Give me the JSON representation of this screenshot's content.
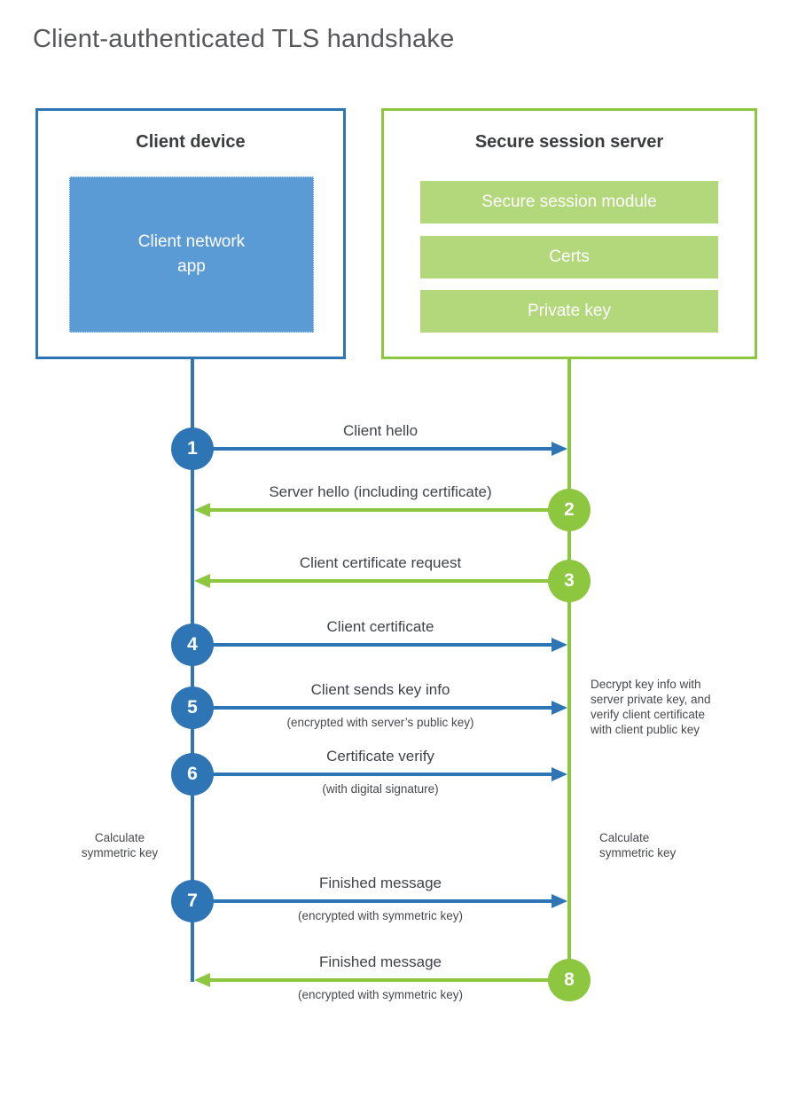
{
  "title": "Client-authenticated TLS handshake",
  "colors": {
    "blue": "#2e75b6",
    "blue_fill": "#5b9bd5",
    "green": "#8dc63f",
    "green_fill": "#b3d87c"
  },
  "client": {
    "title": "Client device",
    "app_label": "Client network\napp"
  },
  "server": {
    "title": "Secure session server",
    "modules": [
      "Secure session module",
      "Certs",
      "Private key"
    ]
  },
  "rows": [
    {
      "num": "1",
      "label": "Client hello",
      "sub": "",
      "dir": "right",
      "color": "blue"
    },
    {
      "num": "2",
      "label": "Server hello (including certificate)",
      "sub": "",
      "dir": "left",
      "color": "green"
    },
    {
      "num": "3",
      "label": "Client certificate request",
      "sub": "",
      "dir": "left",
      "color": "green"
    },
    {
      "num": "4",
      "label": "Client certificate",
      "sub": "",
      "dir": "right",
      "color": "blue"
    },
    {
      "num": "5",
      "label": "Client sends key info",
      "sub": "(encrypted with server’s public key)",
      "dir": "right",
      "color": "blue"
    },
    {
      "num": "6",
      "label": "Certificate verify",
      "sub": "(with digital signature)",
      "dir": "right",
      "color": "blue"
    },
    {
      "num": "7",
      "label": "Finished message",
      "sub": "(encrypted with symmetric key)",
      "dir": "right",
      "color": "blue"
    },
    {
      "num": "8",
      "label": "Finished message",
      "sub": "(encrypted with symmetric key)",
      "dir": "left",
      "color": "green"
    }
  ],
  "annotations": {
    "decrypt_note": "Decrypt key info with\nserver private key, and\nverify client certificate\nwith client public key",
    "calc_left": "Calculate\nsymmetric key",
    "calc_right": "Calculate\nsymmetric key"
  }
}
